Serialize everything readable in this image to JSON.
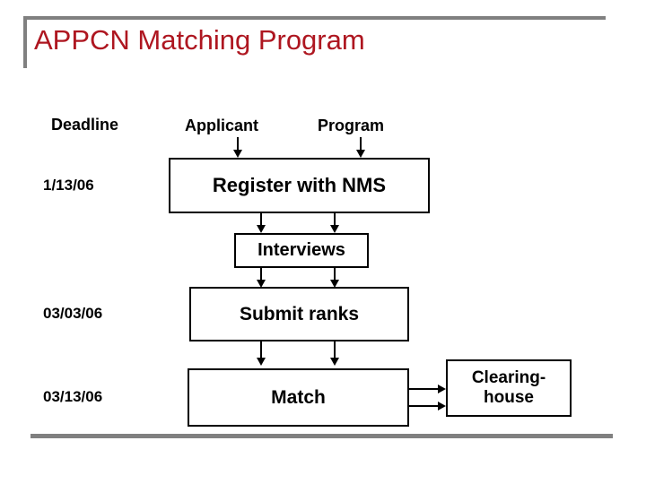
{
  "slide": {
    "title": "APPCN Matching Program",
    "title_color": "#AE1620",
    "rule_color": "#808080",
    "background": "#ffffff"
  },
  "diagram": {
    "column_headers": [
      {
        "label": "Deadline"
      },
      {
        "label": "Applicant"
      },
      {
        "label": "Program"
      }
    ],
    "deadlines": [
      {
        "label": "1/13/06"
      },
      {
        "label": "03/03/06"
      },
      {
        "label": "03/13/06"
      }
    ],
    "steps": [
      {
        "label": "Register with NMS"
      },
      {
        "label": "Interviews"
      },
      {
        "label": "Submit ranks"
      },
      {
        "label": "Match"
      }
    ],
    "outcome": {
      "line1": "Clearing-",
      "line2": "house"
    }
  }
}
